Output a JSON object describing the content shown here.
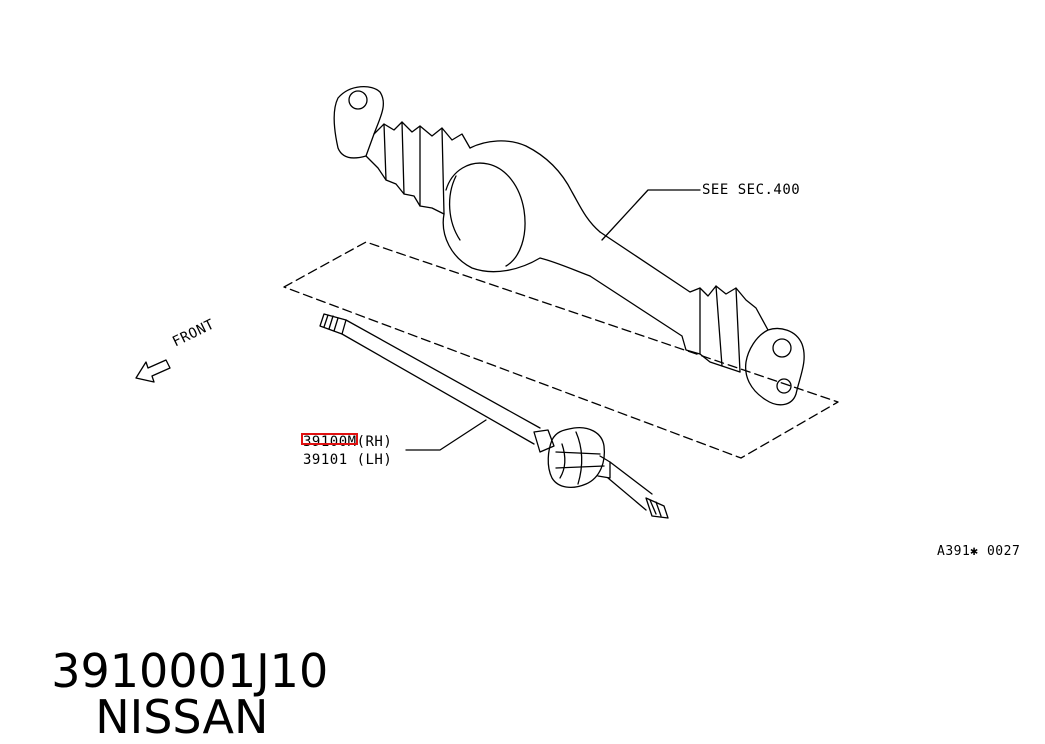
{
  "diagram": {
    "callout_axle": "SEE SEC.400",
    "part_rh": "39100M(RH)",
    "part_lh": "39101 (LH)",
    "direction_label": "FRONT",
    "figure_code": "A391✱ 0027",
    "highlighted_part": "39100M",
    "colors": {
      "line": "#000000",
      "highlight": "#e01010",
      "background": "#ffffff"
    }
  },
  "footer": {
    "part_number": "3910001J10",
    "brand": "NISSAN"
  }
}
